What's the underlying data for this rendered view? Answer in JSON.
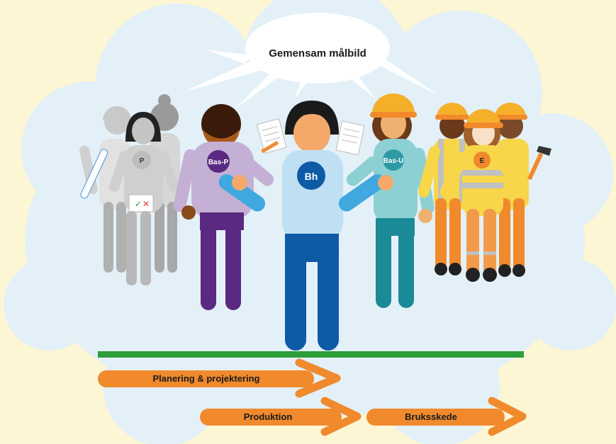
{
  "speech_bubble": {
    "text": "Gemensam målbild"
  },
  "people": {
    "p_badge": "P",
    "bas_p_badge": "Bas-P",
    "bh_badge": "Bh",
    "bas_u_badge": "Bas-U",
    "e_badge": "E"
  },
  "phases": {
    "planning": "Planering & projektering",
    "production": "Produktion",
    "operation": "Bruksskede"
  },
  "colors": {
    "background": "#fdf6d4",
    "cloud": "#e3f0f7",
    "timeline": "#2e9e3a",
    "arrow": "#f08a2c",
    "client_blue": "#0d5aa7",
    "bas_p_purple": "#5a2a82",
    "bas_u_teal": "#2f9aa3"
  }
}
